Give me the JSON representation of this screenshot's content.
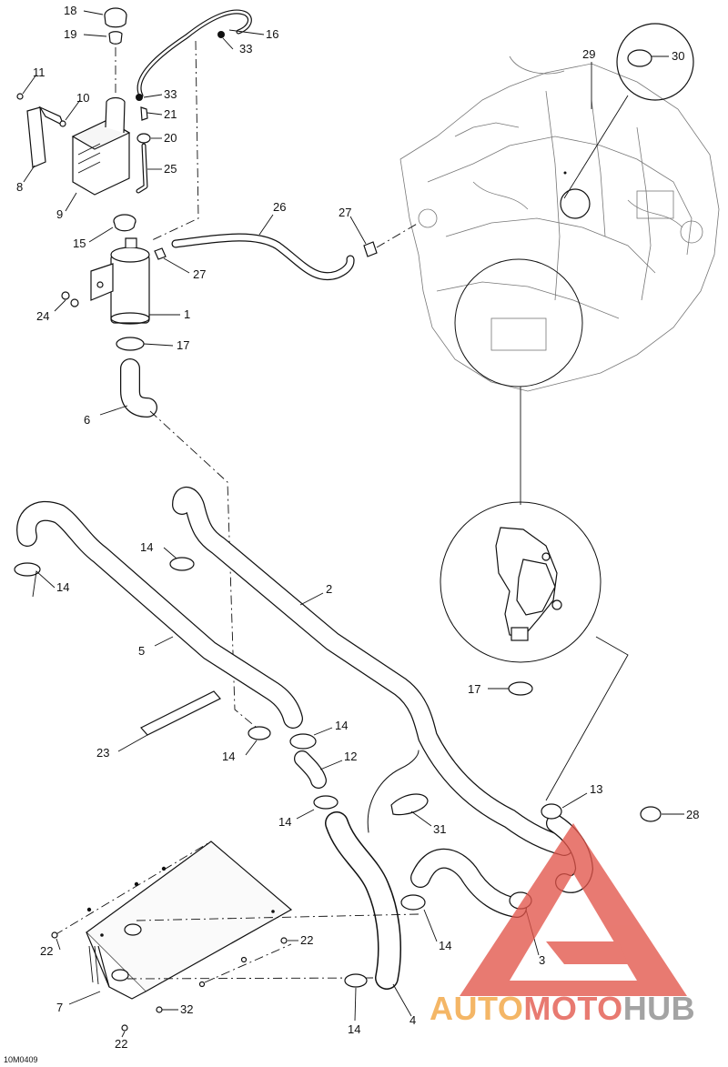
{
  "drawing_ref": "10M0409",
  "callouts": [
    {
      "id": "c18",
      "label": "18"
    },
    {
      "id": "c19",
      "label": "19"
    },
    {
      "id": "c16",
      "label": "16"
    },
    {
      "id": "c33a",
      "label": "33"
    },
    {
      "id": "c11",
      "label": "11"
    },
    {
      "id": "c10",
      "label": "10"
    },
    {
      "id": "c33b",
      "label": "33"
    },
    {
      "id": "c21",
      "label": "21"
    },
    {
      "id": "c20",
      "label": "20"
    },
    {
      "id": "c25",
      "label": "25"
    },
    {
      "id": "c8",
      "label": "8"
    },
    {
      "id": "c9",
      "label": "9"
    },
    {
      "id": "c29",
      "label": "29"
    },
    {
      "id": "c30",
      "label": "30"
    },
    {
      "id": "c26",
      "label": "26"
    },
    {
      "id": "c27a",
      "label": "27"
    },
    {
      "id": "c15",
      "label": "15"
    },
    {
      "id": "c27b",
      "label": "27"
    },
    {
      "id": "c24",
      "label": "24"
    },
    {
      "id": "c1",
      "label": "1"
    },
    {
      "id": "c17a",
      "label": "17"
    },
    {
      "id": "c6",
      "label": "6"
    },
    {
      "id": "c14a",
      "label": "14"
    },
    {
      "id": "c14b",
      "label": "14"
    },
    {
      "id": "c2",
      "label": "2"
    },
    {
      "id": "c5",
      "label": "5"
    },
    {
      "id": "c17b",
      "label": "17"
    },
    {
      "id": "c23",
      "label": "23"
    },
    {
      "id": "c14c",
      "label": "14"
    },
    {
      "id": "c14d",
      "label": "14"
    },
    {
      "id": "c12",
      "label": "12"
    },
    {
      "id": "c13",
      "label": "13"
    },
    {
      "id": "c14e",
      "label": "14"
    },
    {
      "id": "c31",
      "label": "31"
    },
    {
      "id": "c28",
      "label": "28"
    },
    {
      "id": "c22a",
      "label": "22"
    },
    {
      "id": "c22b",
      "label": "22"
    },
    {
      "id": "c14f",
      "label": "14"
    },
    {
      "id": "c3",
      "label": "3"
    },
    {
      "id": "c7",
      "label": "7"
    },
    {
      "id": "c32",
      "label": "32"
    },
    {
      "id": "c14g",
      "label": "14"
    },
    {
      "id": "c4",
      "label": "4"
    },
    {
      "id": "c22c",
      "label": "22"
    }
  ],
  "watermark": {
    "part1": "AUTO",
    "part2": "MOTO",
    "part3": "HUB",
    "color_orange": "#f2a23c",
    "color_red": "#e2554a",
    "color_gray": "#8a8a8a"
  }
}
